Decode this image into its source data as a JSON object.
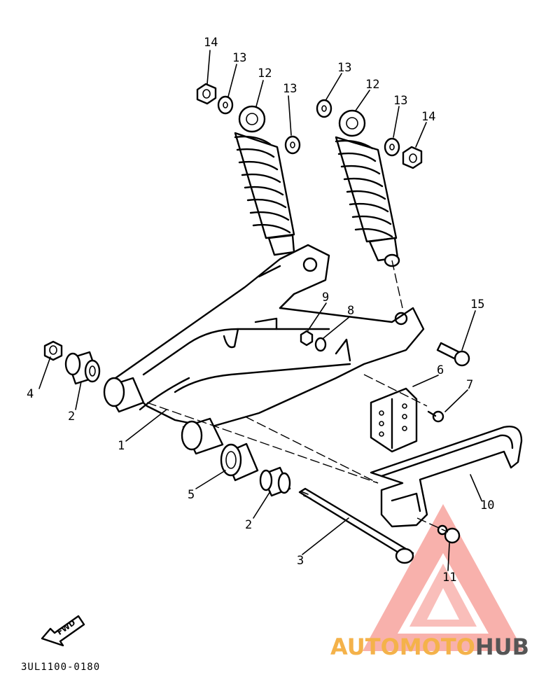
{
  "diagram": {
    "code": "3UL1100-0180",
    "fwd_label": "FWD",
    "callouts": [
      {
        "id": "c1",
        "number": "1"
      },
      {
        "id": "c2a",
        "number": "2"
      },
      {
        "id": "c2b",
        "number": "2"
      },
      {
        "id": "c3",
        "number": "3"
      },
      {
        "id": "c4",
        "number": "4"
      },
      {
        "id": "c5",
        "number": "5"
      },
      {
        "id": "c6",
        "number": "6"
      },
      {
        "id": "c7",
        "number": "7"
      },
      {
        "id": "c8",
        "number": "8"
      },
      {
        "id": "c9",
        "number": "9"
      },
      {
        "id": "c10",
        "number": "10"
      },
      {
        "id": "c11",
        "number": "11"
      },
      {
        "id": "c12a",
        "number": "12"
      },
      {
        "id": "c12b",
        "number": "12"
      },
      {
        "id": "c13a",
        "number": "13"
      },
      {
        "id": "c13b",
        "number": "13"
      },
      {
        "id": "c13c",
        "number": "13"
      },
      {
        "id": "c13d",
        "number": "13"
      },
      {
        "id": "c14a",
        "number": "14"
      },
      {
        "id": "c14b",
        "number": "14"
      },
      {
        "id": "c15",
        "number": "15"
      }
    ]
  },
  "watermark": {
    "part1": "AUTOMOTO",
    "part2": "HUB",
    "colors": {
      "logo": "#f08078",
      "auto": "#f4b24a",
      "hub": "#555555"
    }
  }
}
